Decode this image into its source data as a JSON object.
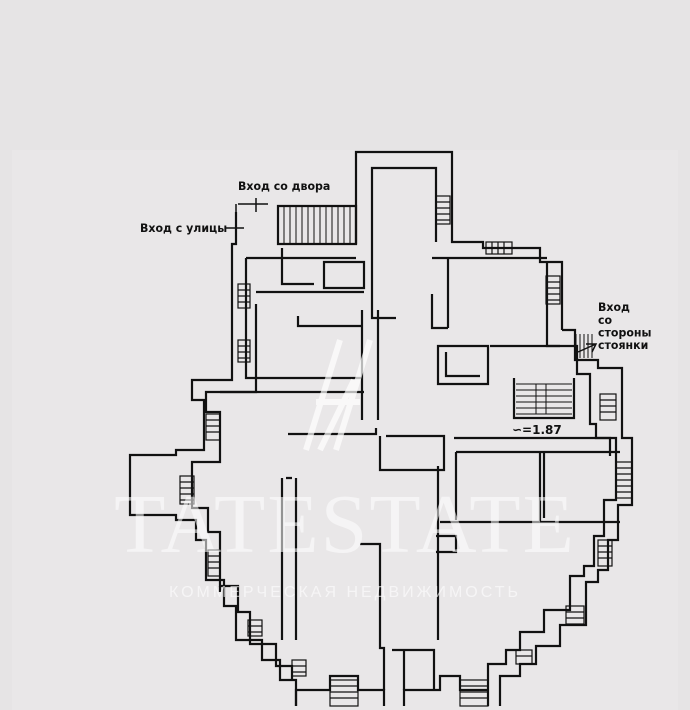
{
  "labels": {
    "entrance_street": "Вход с улицы",
    "entrance_yard": "Вход со двора",
    "entrance_parking": [
      "Вход",
      "со",
      "стороны",
      "стоянки"
    ],
    "level_mark": "∽=1.87"
  },
  "watermark": {
    "brand": "TATESTATE",
    "tagline": "КОММЕРЧЕСКАЯ НЕДВИЖИМОСТЬ"
  },
  "colors": {
    "background": "#e6e4e5",
    "wall": "#111111",
    "watermark": "#ffffff"
  }
}
